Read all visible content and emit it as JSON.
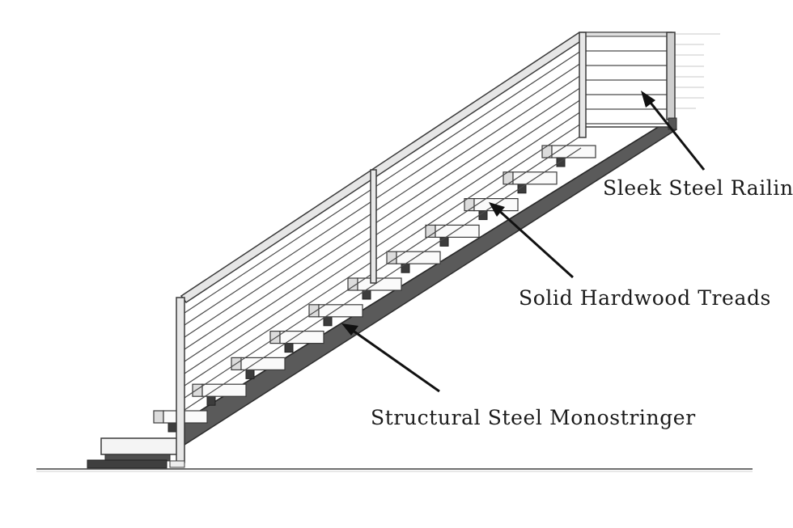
{
  "diagram": {
    "callouts": {
      "railing": "Sleek Steel Railing",
      "treads": "Solid Hardwood Treads",
      "stringer": "Structural Steel Monostringer"
    },
    "colors": {
      "stringer": "#5a5a5a",
      "tread_face": "#fafafa",
      "line": "#3a3a3a",
      "ground": "#6f6f6f",
      "background": "#ffffff"
    }
  }
}
